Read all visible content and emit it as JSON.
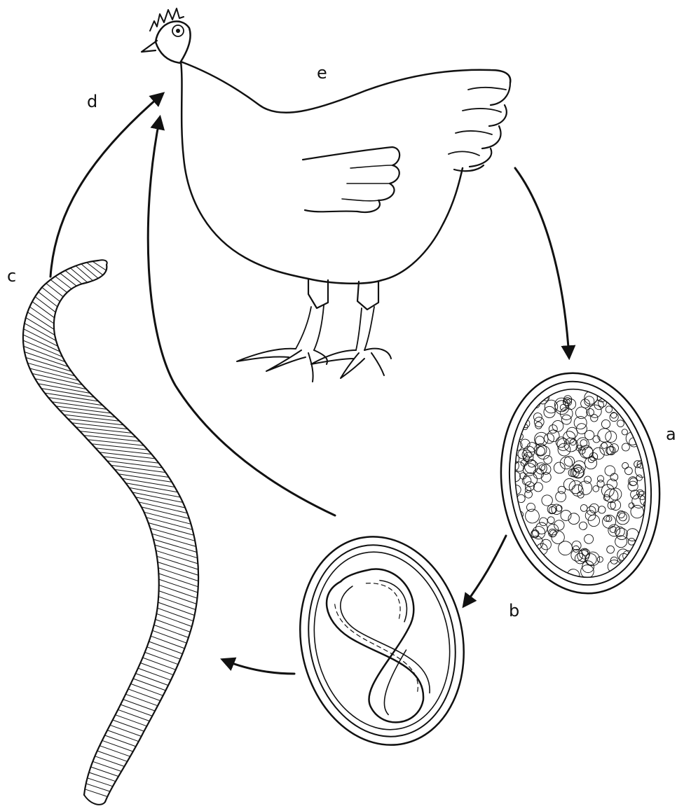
{
  "labels": {
    "a": "a",
    "b": "b",
    "c": "c",
    "d": "d",
    "e": "e"
  },
  "colors": {
    "ink": "#111111",
    "background": "#ffffff"
  },
  "icons": [
    "hen-illustration",
    "unembryonated-egg",
    "embryonated-egg",
    "earthworm",
    "cycle-arrow"
  ]
}
